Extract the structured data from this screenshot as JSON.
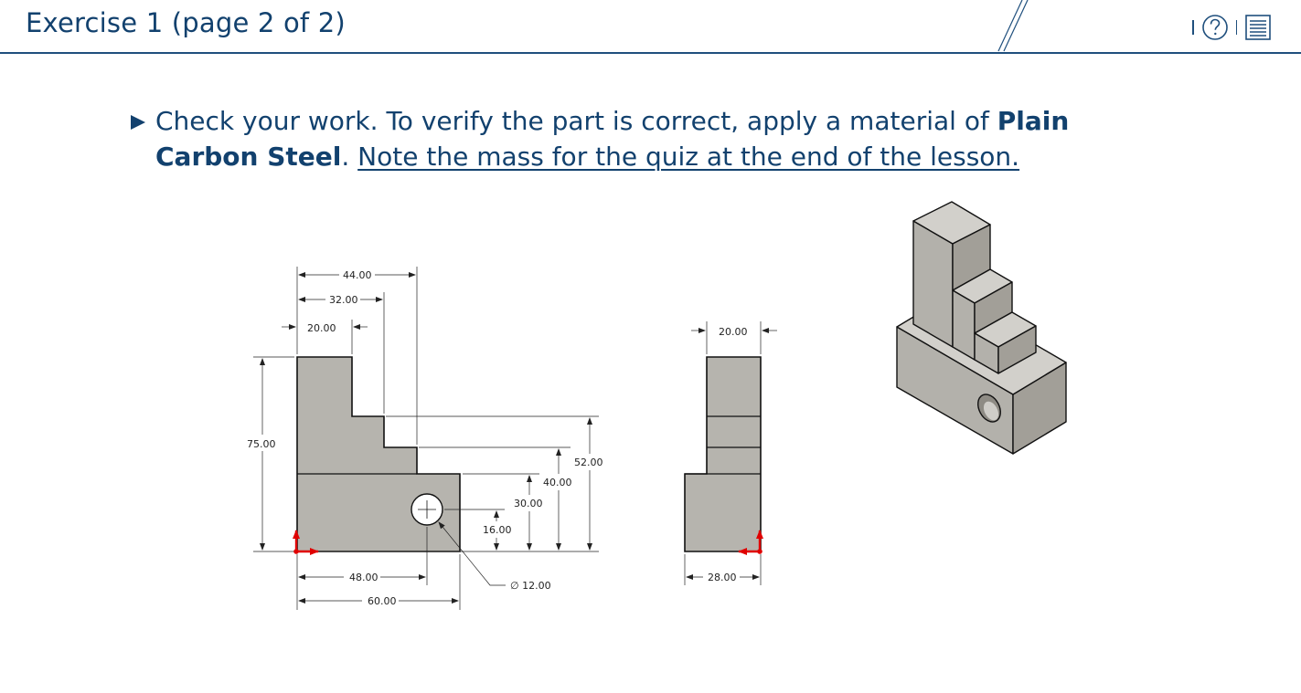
{
  "header": {
    "title": "Exercise 1 (page 2 of 2)",
    "tools": [
      {
        "name": "help",
        "icon": "question-circle-icon"
      },
      {
        "name": "menu",
        "icon": "list-icon"
      }
    ]
  },
  "instruction": {
    "text_before": "Check your work. To verify the part is correct, apply a material of ",
    "material_bold": "Plain Carbon Steel",
    "text_after": ". ",
    "underlined_note": "Note the mass for the quiz at the end of the lesson."
  },
  "drawing": {
    "front_view": {
      "dimensions": {
        "d44": "44.00",
        "d32": "32.00",
        "d20": "20.00",
        "d75": "75.00",
        "d52": "52.00",
        "d40": "40.00",
        "d30": "30.00",
        "d16": "16.00",
        "d48": "48.00",
        "d60": "60.00",
        "hole": "∅ 12.00"
      }
    },
    "side_view": {
      "dimensions": {
        "d20": "20.00",
        "d28": "28.00"
      }
    }
  },
  "colors": {
    "title": "#12416e",
    "part_fill": "#b6b4ae",
    "axis_red": "#e00000"
  }
}
